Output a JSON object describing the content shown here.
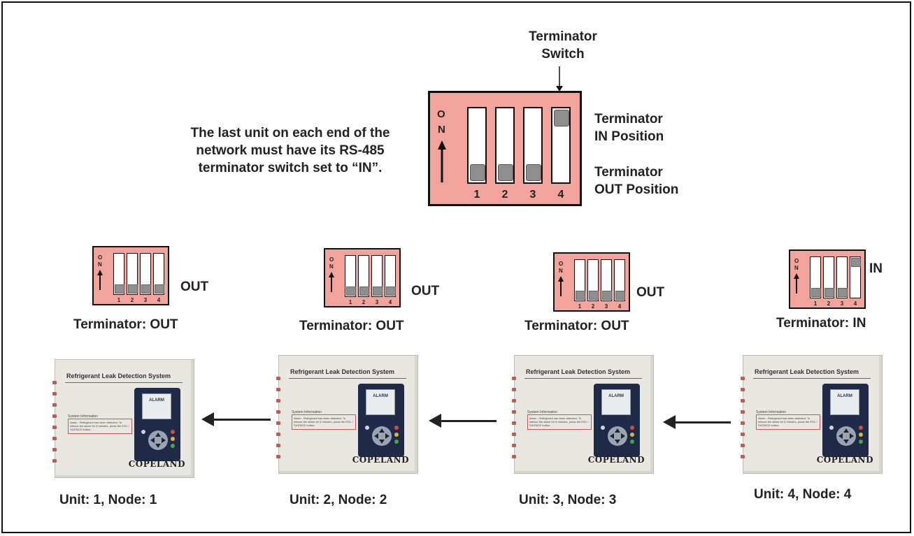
{
  "header": {
    "switch_title_line1": "Terminator",
    "switch_title_line2": "Switch",
    "note_line1": "The last unit on each end of the",
    "note_line2": "network must have its RS-485",
    "note_line3": "terminator switch set to “IN”."
  },
  "big_switch": {
    "on_label_o": "O",
    "on_label_n": "N",
    "numbers": [
      "1",
      "2",
      "3",
      "4"
    ],
    "in_label_line1": "Terminator",
    "in_label_line2": "IN Position",
    "out_label_line1": "Terminator",
    "out_label_line2": "OUT Position"
  },
  "units": [
    {
      "switch_state": "OUT",
      "terminator_caption": "Terminator: OUT",
      "unit_caption": "Unit: 1, Node: 1"
    },
    {
      "switch_state": "OUT",
      "terminator_caption": "Terminator: OUT",
      "unit_caption": "Unit: 2, Node: 2"
    },
    {
      "switch_state": "OUT",
      "terminator_caption": "Terminator: OUT",
      "unit_caption": "Unit: 3, Node: 3"
    },
    {
      "switch_state": "IN",
      "terminator_caption": "Terminator: IN",
      "unit_caption": "Unit: 4, Node: 4"
    }
  ],
  "panel": {
    "title": "Refrigerant Leak Detection System",
    "system_info": "System Information",
    "message": "Alarm - Refrigerant has been detected. To silence the alarm for 5 minutes, press the ESC / SILENCE button.",
    "screen_text": "ALARM",
    "brand": "COPELAND"
  },
  "small_switch_labels": {
    "on_o": "O",
    "on_n": "N",
    "numbers": [
      "1",
      "2",
      "3",
      "4"
    ]
  },
  "colors": {
    "switch_body": "#f2a49c",
    "knob": "#8e8e8e",
    "panel": "#e8e7e1",
    "display": "#1e2a48"
  }
}
